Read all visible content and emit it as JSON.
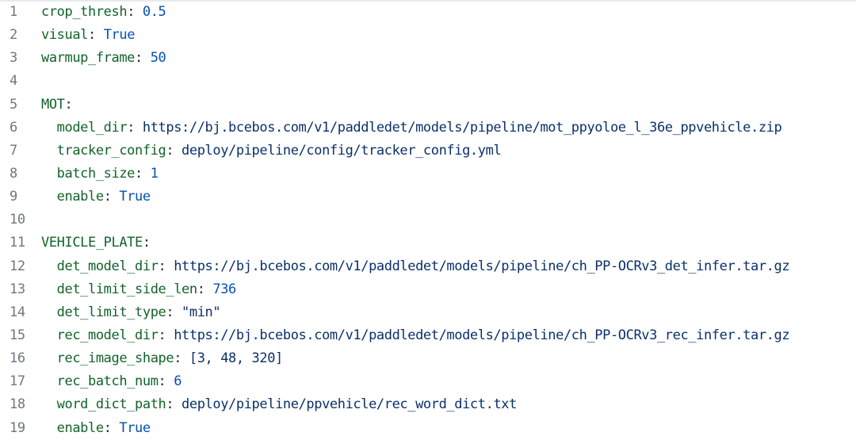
{
  "lines": [
    {
      "n": "1",
      "indent": "",
      "key": "crop_thresh",
      "sep": ": ",
      "value": "0.5",
      "vtype": "num"
    },
    {
      "n": "2",
      "indent": "",
      "key": "visual",
      "sep": ": ",
      "value": "True",
      "vtype": "kw"
    },
    {
      "n": "3",
      "indent": "",
      "key": "warmup_frame",
      "sep": ": ",
      "value": "50",
      "vtype": "num"
    },
    {
      "n": "4",
      "indent": "",
      "key": "",
      "sep": "",
      "value": "",
      "vtype": ""
    },
    {
      "n": "5",
      "indent": "",
      "key": "MOT",
      "sep": ":",
      "value": "",
      "vtype": ""
    },
    {
      "n": "6",
      "indent": "  ",
      "key": "model_dir",
      "sep": ": ",
      "value": "https://bj.bcebos.com/v1/paddledet/models/pipeline/mot_ppyoloe_l_36e_ppvehicle.zip",
      "vtype": "val"
    },
    {
      "n": "7",
      "indent": "  ",
      "key": "tracker_config",
      "sep": ": ",
      "value": "deploy/pipeline/config/tracker_config.yml",
      "vtype": "val"
    },
    {
      "n": "8",
      "indent": "  ",
      "key": "batch_size",
      "sep": ": ",
      "value": "1",
      "vtype": "num"
    },
    {
      "n": "9",
      "indent": "  ",
      "key": "enable",
      "sep": ": ",
      "value": "True",
      "vtype": "kw"
    },
    {
      "n": "10",
      "indent": "",
      "key": "",
      "sep": "",
      "value": "",
      "vtype": ""
    },
    {
      "n": "11",
      "indent": "",
      "key": "VEHICLE_PLATE",
      "sep": ":",
      "value": "",
      "vtype": ""
    },
    {
      "n": "12",
      "indent": "  ",
      "key": "det_model_dir",
      "sep": ": ",
      "value": "https://bj.bcebos.com/v1/paddledet/models/pipeline/ch_PP-OCRv3_det_infer.tar.gz",
      "vtype": "val"
    },
    {
      "n": "13",
      "indent": "  ",
      "key": "det_limit_side_len",
      "sep": ": ",
      "value": "736",
      "vtype": "num"
    },
    {
      "n": "14",
      "indent": "  ",
      "key": "det_limit_type",
      "sep": ": ",
      "value": "\"min\"",
      "vtype": "val"
    },
    {
      "n": "15",
      "indent": "  ",
      "key": "rec_model_dir",
      "sep": ": ",
      "value": "https://bj.bcebos.com/v1/paddledet/models/pipeline/ch_PP-OCRv3_rec_infer.tar.gz",
      "vtype": "val"
    },
    {
      "n": "16",
      "indent": "  ",
      "key": "rec_image_shape",
      "sep": ": ",
      "value": "[3, 48, 320]",
      "vtype": "val"
    },
    {
      "n": "17",
      "indent": "  ",
      "key": "rec_batch_num",
      "sep": ": ",
      "value": "6",
      "vtype": "num"
    },
    {
      "n": "18",
      "indent": "  ",
      "key": "word_dict_path",
      "sep": ": ",
      "value": "deploy/pipeline/ppvehicle/rec_word_dict.txt",
      "vtype": "val"
    },
    {
      "n": "19",
      "indent": "  ",
      "key": "enable",
      "sep": ": ",
      "value": "True",
      "vtype": "kw"
    }
  ]
}
